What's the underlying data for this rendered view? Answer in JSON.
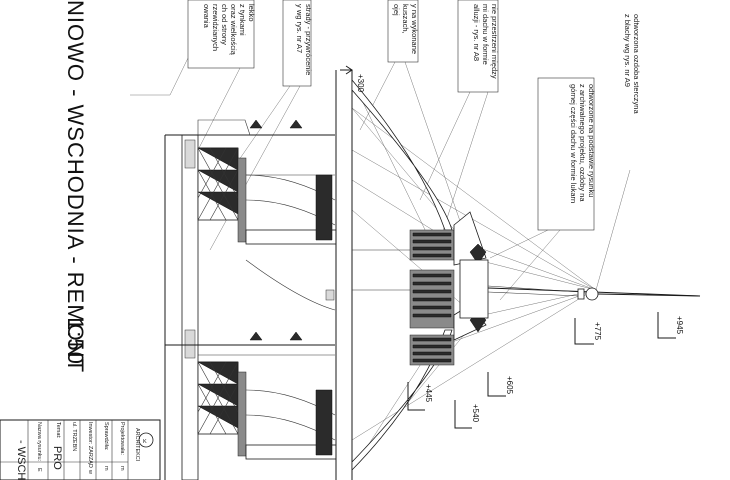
{
  "drawing": {
    "title": "NIOWO - WSCHODNIA  -  REMONT",
    "scale": "1:50"
  },
  "notes": {
    "top_left": [
      "lekko",
      "z tynkami",
      "oraz wielkością",
      "ch od strony",
      "rzewidzianych",
      "owania"
    ],
    "column": [
      "strady - przywrócenie",
      "y wg rys. nr A7"
    ],
    "dormer": [
      "y na wykonane",
      "kuszach,",
      "ojej"
    ],
    "roof_space": [
      "nie przestrzeni między",
      "mi dachu w formie",
      "alluzji - rys. nr A8"
    ],
    "ornament": [
      "odtworzone na podstawie rysunku",
      "z archiwalnego projektu, ozdoby na",
      "górnej części dachu w formie lukarn"
    ],
    "finial": [
      "odtworzona ozdoba sterczyna",
      "z blachy wg rys. nr A9"
    ]
  },
  "levels": {
    "l300": "+300",
    "l445": "+445",
    "l540": "+540",
    "l605": "+605",
    "l775": "+775",
    "l945": "+945"
  },
  "title_block": {
    "firm_name": "ARCHITEKCI",
    "firm_logo_icon": "k-circle-logo",
    "rows": [
      "Projektowała:",
      "Sprawdziła:",
      "Inwestor: ZARZĄD",
      "ul. TRZEBN",
      "Temat:",
      "Nazwa rysunku:"
    ],
    "row_values": [
      "m",
      "m",
      "w",
      "",
      "PRO",
      "E"
    ],
    "drawing_name": "- WSCH"
  }
}
